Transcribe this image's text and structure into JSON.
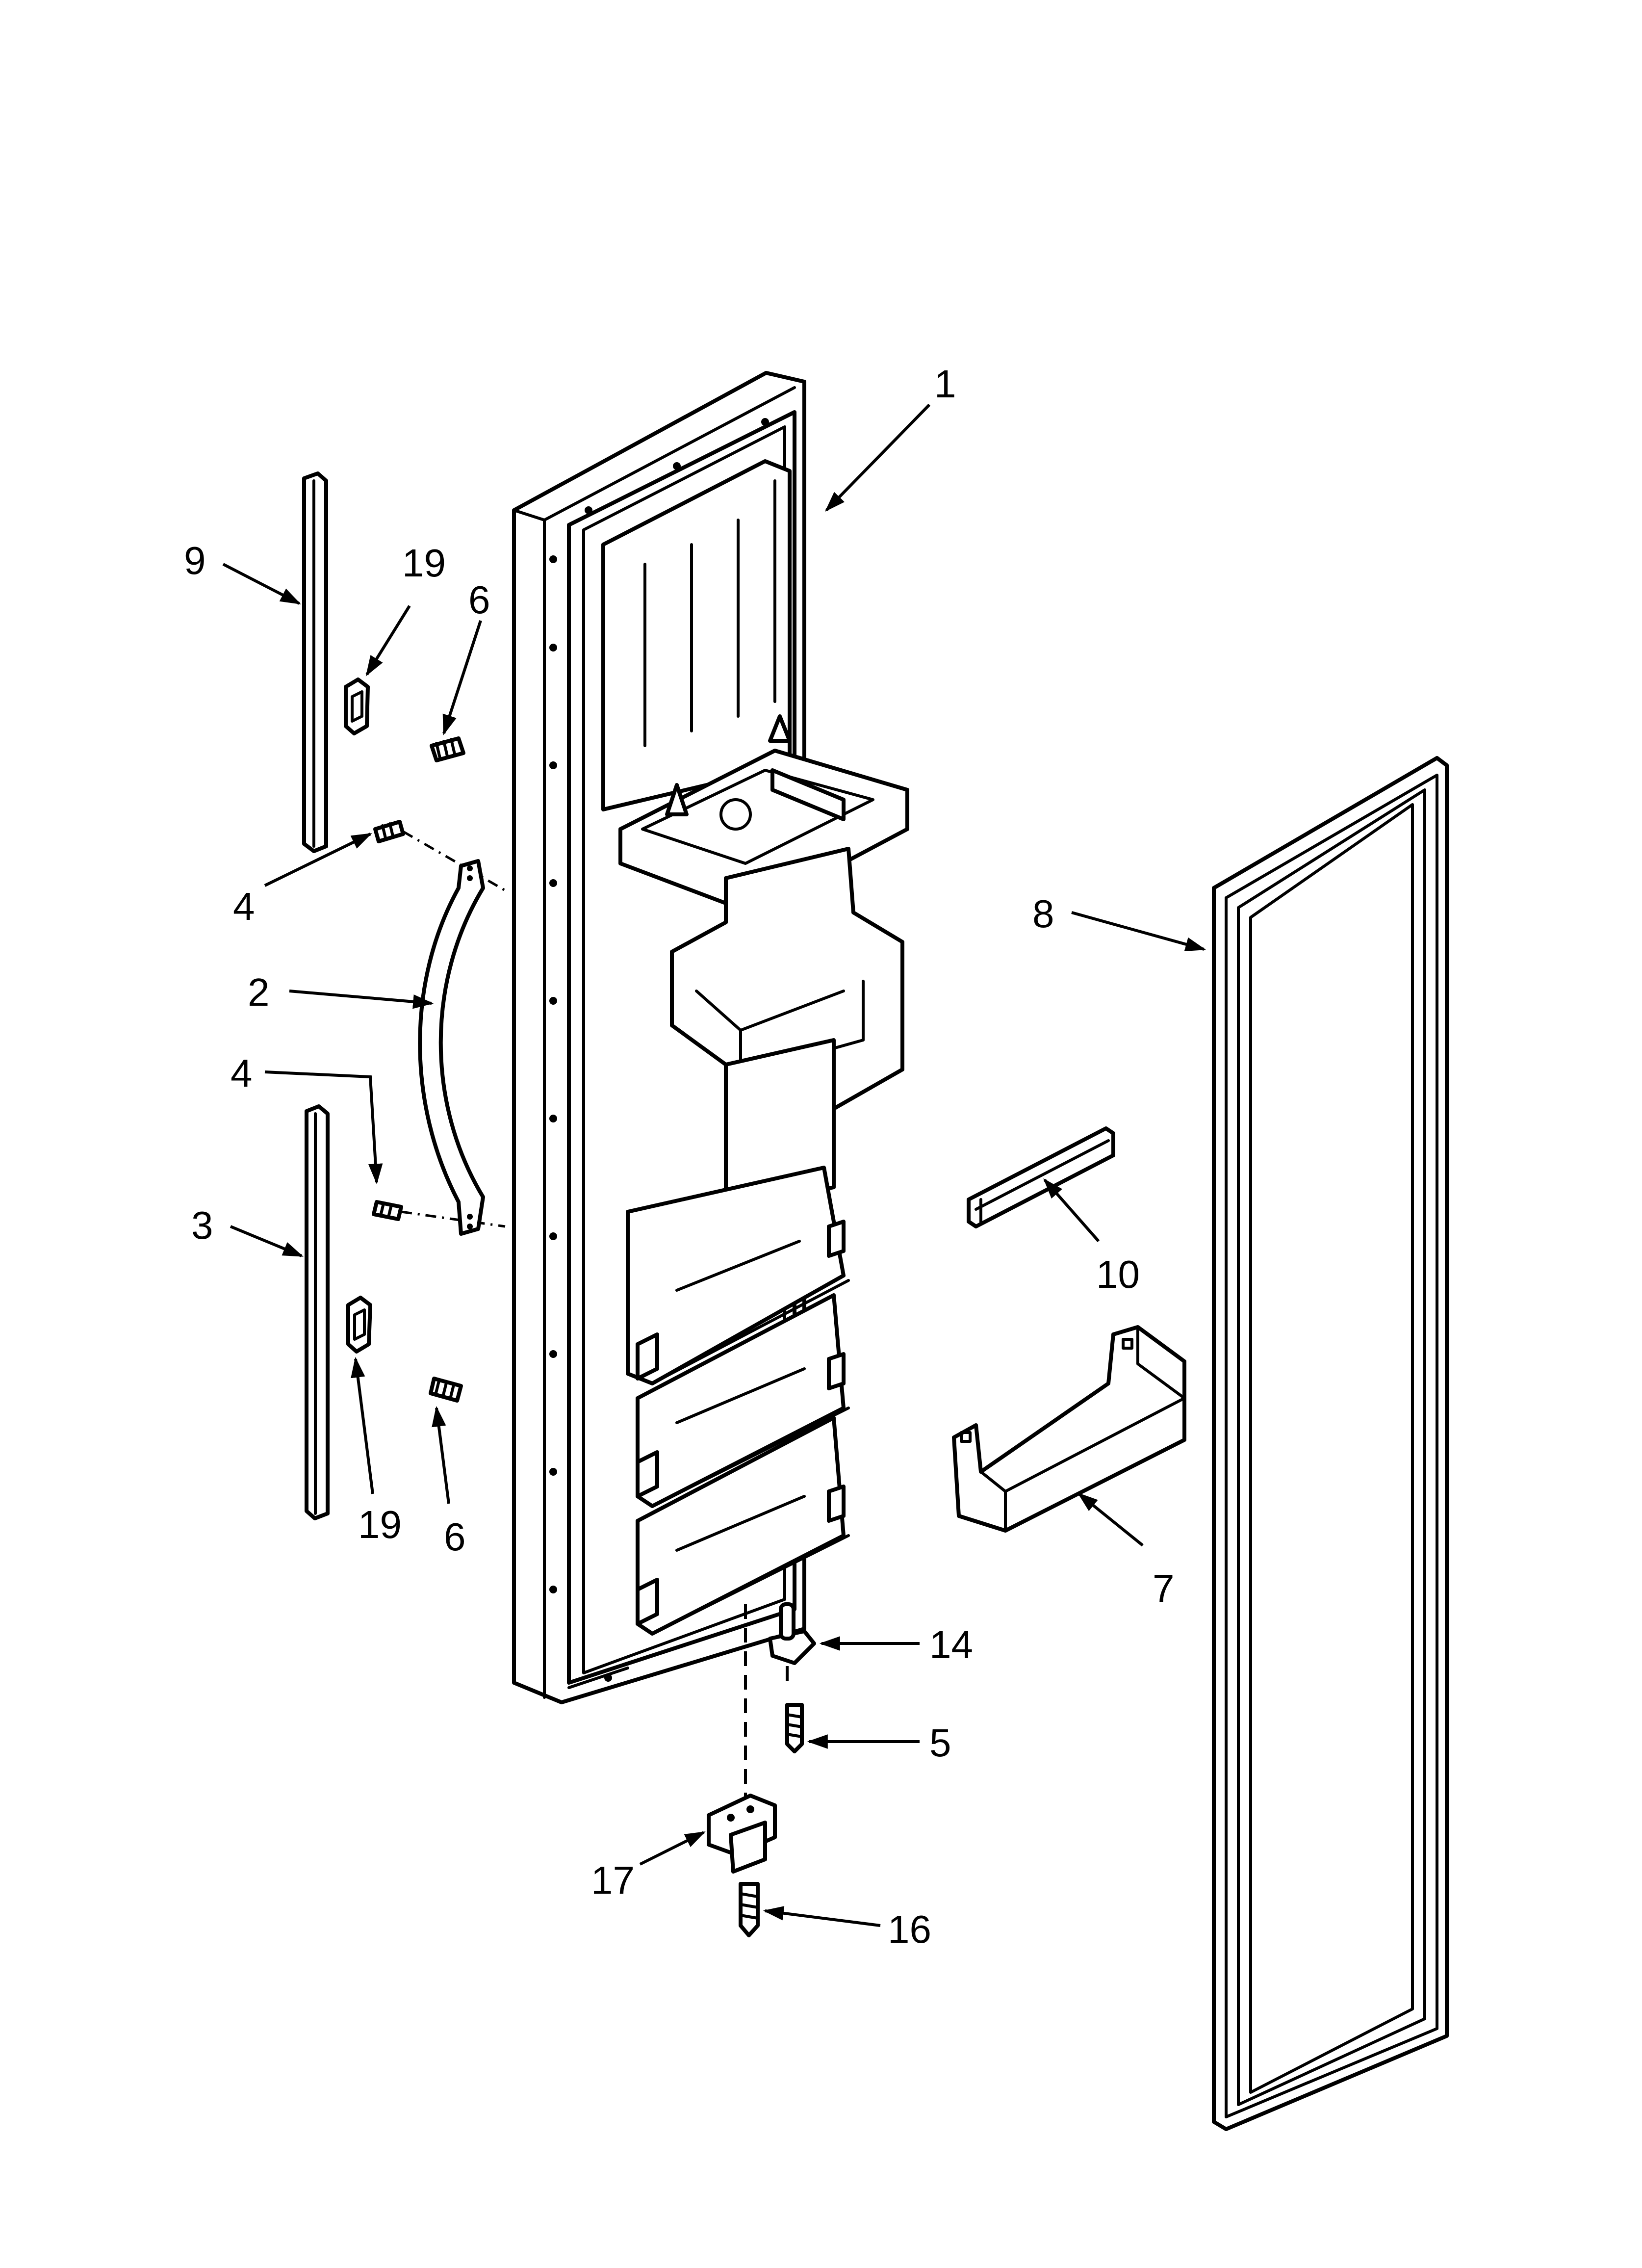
{
  "callouts": {
    "c1": "1",
    "c2": "2",
    "c3": "3",
    "c4a": "4",
    "c4b": "4",
    "c5": "5",
    "c6a": "6",
    "c6b": "6",
    "c7": "7",
    "c8": "8",
    "c9": "9",
    "c10": "10",
    "c14": "14",
    "c16": "16",
    "c17": "17",
    "c19a": "19",
    "c19b": "19"
  },
  "colors": {
    "line": "#000000",
    "background": "#ffffff"
  }
}
